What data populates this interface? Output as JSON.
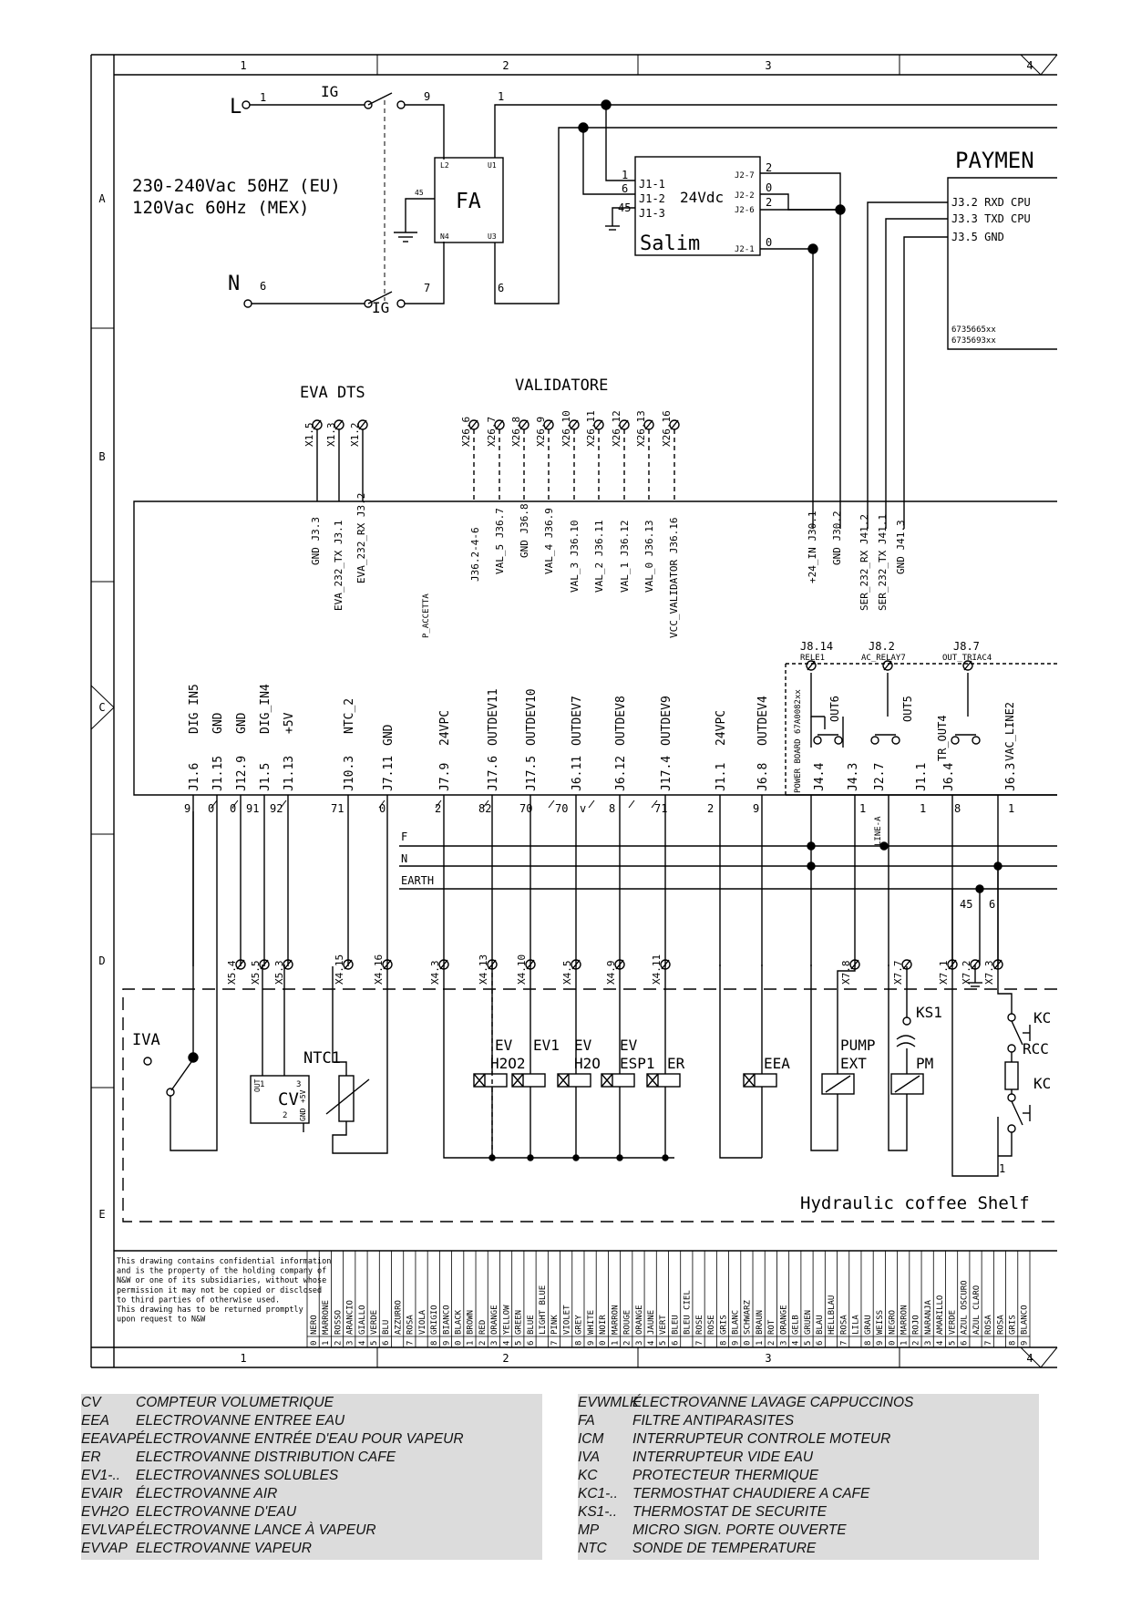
{
  "columns": [
    "1",
    "2",
    "3",
    "4"
  ],
  "rows": [
    "A",
    "B",
    "C",
    "D",
    "E"
  ],
  "power": {
    "L": "L",
    "N": "N",
    "voltage_eu": "230-240Vac 50HZ (EU)",
    "voltage_mex": "120Vac 60Hz (MEX)",
    "switch": "IG",
    "filter": "FA",
    "filter_pins": [
      "L2",
      "U1",
      "45",
      "N4",
      "U3"
    ],
    "wires": [
      "1",
      "9",
      "1",
      "6",
      "7",
      "6"
    ]
  },
  "salim": {
    "name": "Salim",
    "volt": "24Vdc",
    "pins_left": [
      "J1-1",
      "J1-2",
      "J1-3"
    ],
    "pins_right": [
      "J2-7",
      "J2-2",
      "J2-6",
      "J2-1"
    ],
    "wires_left": [
      "1",
      "6",
      "45"
    ],
    "wires_right": [
      "2",
      "0",
      "2",
      "0"
    ]
  },
  "payment": {
    "title": "PAYMEN",
    "pins": [
      "J3.2  RXD CPU",
      "J3.3  TXD CPU",
      "J3.5  GND"
    ],
    "codes": [
      "6735665xx",
      "6735693xx"
    ]
  },
  "headings": {
    "eva": "EVA DTS",
    "validatore": "VALIDATORE"
  },
  "eva_pins": [
    "X1.5",
    "X1.3",
    "X1.2"
  ],
  "val_pins": [
    "X26.6",
    "X26.7",
    "X26.8",
    "X26.9",
    "X26.10",
    "X26.11",
    "X26.12",
    "X26.13",
    "X26.16"
  ],
  "bus_labels": [
    "GND J3.3",
    "EVA_232_TX J3.1",
    "EVA_232_RX J3.2",
    "P_ACCETTA",
    "J36.2-4-6",
    "VAL_5  J36.7",
    "GND  J36.8",
    "VAL_4  J36.9",
    "VAL_3  J36.10",
    "VAL_2  J36.11",
    "VAL_1  J36.12",
    "VAL_0  J36.13",
    "VCC_VALIDATOR  J36.16",
    "+24_IN J30.1",
    "GND J30.2",
    "SER_232_RX J41.2",
    "SER_232_TX J41.1",
    "GND J41.3"
  ],
  "power_board": {
    "label": "POWER BOARD 67A0082xx",
    "connectors": [
      "J8.14",
      "J8.2",
      "J8.7"
    ],
    "subs": [
      "RELE1",
      "AC_RELAY7",
      "OUT_TRIAC4"
    ],
    "outs": [
      "OUT6",
      "OUT5",
      "TR_OUT4",
      "VAC_LINE2"
    ]
  },
  "cpu_signals": [
    "DIG IN5",
    "GND",
    "GND",
    "DIG_IN4",
    "+5V",
    "NTC_2",
    "GND",
    "24VPC",
    "OUTDEV11",
    "OUTDEV10",
    "OUTDEV7",
    "OUTDEV8",
    "OUTDEV9",
    "24VPC",
    "OUTDEV4"
  ],
  "cpu_pins": [
    "J1.6",
    "J1.15",
    "J12.9",
    "J1.5",
    "J1.13",
    "J10.3",
    "J7.11",
    "J7.9",
    "J17.6",
    "J17.5",
    "J6.11",
    "J6.12",
    "J17.4",
    "J1.1",
    "J6.8",
    "J4.4",
    "J4.3",
    "J2.7",
    "J1.1",
    "J6.4",
    "J6.3"
  ],
  "wire_nums": [
    "9",
    "0",
    "0",
    "91",
    "92",
    "71",
    "0",
    "2",
    "82",
    "70",
    "70",
    "v",
    "8",
    "71",
    "2",
    "9",
    "1",
    "1",
    "8",
    "1"
  ],
  "line_a": "LINE-A",
  "mains_bus": [
    "F",
    "N",
    "EARTH"
  ],
  "mains_wires": [
    "45",
    "6"
  ],
  "shelf_pins": [
    "X5.4",
    "X5.5",
    "X5.3",
    "X4.15",
    "X4.16",
    "X4.3",
    "X4.13",
    "X4.10",
    "X4.5",
    "X4.9",
    "X4.11",
    "X7.8",
    "X7.7",
    "X7.1",
    "X7.2",
    "X7.3"
  ],
  "components": {
    "iva": "IVA",
    "ntc": "NTC1",
    "cv": "CV",
    "cv_pins": [
      "1",
      "3",
      "2",
      "OUT",
      "GND",
      "+5V"
    ],
    "ev_labels": [
      "EV",
      "H2O2",
      "EV1",
      "EV",
      "H2O",
      "EV",
      "ESP1",
      "ER"
    ],
    "eea": "EEA",
    "pump": [
      "PUMP",
      "EXT"
    ],
    "ks1": "KS1",
    "pm": "PM",
    "kc": [
      "KC",
      "RCC",
      "KC"
    ],
    "shelf_wire": "1"
  },
  "shelf_title": "Hydraulic coffee Shelf",
  "disclaimer": [
    "This drawing contains confidential information",
    "and is the property of the holding company of",
    "N&W or one of its subsidiaries, without whose",
    "permission it may not be copied or disclosed",
    "to third parties of otherwise used.",
    "This drawing has to be returned promptly",
    "upon request to N&W"
  ],
  "color_table": [
    [
      "0",
      "NERO"
    ],
    [
      "1",
      "MARRONE"
    ],
    [
      "2",
      "ROSSO"
    ],
    [
      "3",
      "ARANCIO"
    ],
    [
      "4",
      "GIALLO"
    ],
    [
      "5",
      "VERDE"
    ],
    [
      "6",
      "BLU"
    ],
    [
      "",
      "AZZURRO"
    ],
    [
      "7",
      "ROSA"
    ],
    [
      "",
      "VIOLA"
    ],
    [
      "8",
      "GRIGIO"
    ],
    [
      "9",
      "BIANCO"
    ],
    [
      "0",
      "BLACK"
    ],
    [
      "1",
      "BROWN"
    ],
    [
      "2",
      "RED"
    ],
    [
      "3",
      "ORANGE"
    ],
    [
      "4",
      "YELLOW"
    ],
    [
      "5",
      "GREEN"
    ],
    [
      "6",
      "BLUE"
    ],
    [
      "",
      "LIGHT BLUE"
    ],
    [
      "7",
      "PINK"
    ],
    [
      "",
      "VIOLET"
    ],
    [
      "8",
      "GREY"
    ],
    [
      "9",
      "WHITE"
    ],
    [
      "0",
      "NOIR"
    ],
    [
      "1",
      "MARRON"
    ],
    [
      "2",
      "ROUGE"
    ],
    [
      "3",
      "ORANGE"
    ],
    [
      "4",
      "JAUNE"
    ],
    [
      "5",
      "VERT"
    ],
    [
      "6",
      "BLEU"
    ],
    [
      "",
      "BLEU CIEL"
    ],
    [
      "7",
      "ROSE"
    ],
    [
      "",
      "ROSE"
    ],
    [
      "8",
      "GRIS"
    ],
    [
      "9",
      "BLANC"
    ],
    [
      "0",
      "SCHWARZ"
    ],
    [
      "1",
      "BRAUN"
    ],
    [
      "2",
      "ROT"
    ],
    [
      "3",
      "ORANGE"
    ],
    [
      "4",
      "GELB"
    ],
    [
      "5",
      "GRUEN"
    ],
    [
      "6",
      "BLAU"
    ],
    [
      "",
      "HELLBLAU"
    ],
    [
      "7",
      "ROSA"
    ],
    [
      "",
      "LILA"
    ],
    [
      "8",
      "GRAU"
    ],
    [
      "9",
      "WEISS"
    ],
    [
      "0",
      "NEGRO"
    ],
    [
      "1",
      "MARRON"
    ],
    [
      "2",
      "ROJO"
    ],
    [
      "3",
      "NARANJA"
    ],
    [
      "4",
      "AMARILLO"
    ],
    [
      "5",
      "VERDE"
    ],
    [
      "6",
      "AZUL OSCURO"
    ],
    [
      "",
      "AZUL CLARO"
    ],
    [
      "7",
      "ROSA"
    ],
    [
      "",
      "ROSA"
    ],
    [
      "8",
      "GRIS"
    ],
    [
      "9",
      "BLANCO"
    ]
  ],
  "legend_left": [
    [
      "CV",
      "COMPTEUR VOLUMETRIQUE"
    ],
    [
      "EEA",
      "ELECTROVANNE ENTREE EAU"
    ],
    [
      "EEAVAP",
      "ÉLECTROVANNE ENTRÉE D'EAU POUR VAPEUR"
    ],
    [
      "ER",
      "ELECTROVANNE DISTRIBUTION CAFE"
    ],
    [
      "EV1-..",
      "ELECTROVANNES SOLUBLES"
    ],
    [
      "EVAIR",
      "ÉLECTROVANNE AIR"
    ],
    [
      "EVH2O",
      "ELECTROVANNE D'EAU"
    ],
    [
      "EVLVAP",
      "ÉLECTROVANNE LANCE À VAPEUR"
    ],
    [
      "EVVAP",
      "ELECTROVANNE VAPEUR"
    ]
  ],
  "legend_right": [
    [
      "EVWMLK",
      "ÉLECTROVANNE LAVAGE CAPPUCCINOS"
    ],
    [
      "FA",
      "FILTRE ANTIPARASITES"
    ],
    [
      "ICM",
      "INTERRUPTEUR CONTROLE MOTEUR"
    ],
    [
      "IVA",
      "INTERRUPTEUR  VIDE EAU"
    ],
    [
      "KC",
      "PROTECTEUR THERMIQUE"
    ],
    [
      "KC1-..",
      "TERMOSTHAT CHAUDIERE A CAFE"
    ],
    [
      "KS1-..",
      "THERMOSTAT DE SECURITE"
    ],
    [
      "MP",
      "MICRO SIGN. PORTE OUVERTE"
    ],
    [
      "NTC",
      "SONDE DE TEMPERATURE"
    ]
  ]
}
